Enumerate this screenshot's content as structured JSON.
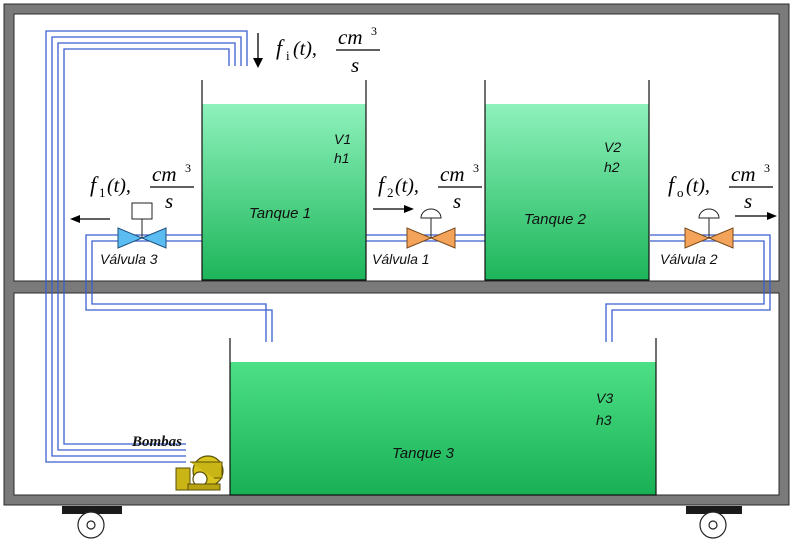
{
  "tanks": {
    "t1": {
      "name": "Tanque 1",
      "volume": "V1",
      "height": "h1"
    },
    "t2": {
      "name": "Tanque 2",
      "volume": "V2",
      "height": "h2"
    },
    "t3": {
      "name": "Tanque 3",
      "volume": "V3",
      "height": "h3"
    }
  },
  "valves": {
    "v1": "Válvula 1",
    "v2": "Válvula 2",
    "v3": "Válvula 3"
  },
  "pump": {
    "label": "Bombas"
  },
  "flows": {
    "fi": {
      "f": "f",
      "sub": "i",
      "arg": "(t),",
      "num": "cm",
      "exp": "3",
      "den": "s"
    },
    "f1": {
      "f": "f",
      "sub": "1",
      "arg": "(t),",
      "num": "cm",
      "exp": "3",
      "den": "s"
    },
    "f2": {
      "f": "f",
      "sub": "2",
      "arg": "(t),",
      "num": "cm",
      "exp": "3",
      "den": "s"
    },
    "fo": {
      "f": "f",
      "sub": "o",
      "arg": "(t),",
      "num": "cm",
      "exp": "3",
      "den": "s"
    }
  },
  "colors": {
    "frame": "#707070",
    "frame_inner": "#ffffff",
    "water_top": "#88f0b8",
    "water_bottom": "#1cb85a",
    "pipe": "#3456c4",
    "valve_blue": "#58b8ee",
    "valve_orange": "#f0a050",
    "pump": "#c8b414"
  }
}
